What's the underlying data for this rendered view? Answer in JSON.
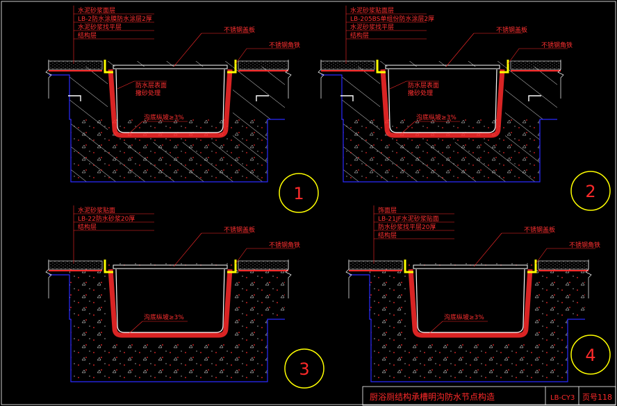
{
  "details": [
    {
      "number": "1",
      "layers": [
        "水泥砂浆面层",
        "LB-2防水涂膜防水涂层2厚",
        "水泥砂浆找平层",
        "结构层"
      ],
      "plate": "不锈钢盖板",
      "angle": "不锈钢角铁",
      "inner": [
        "防水层表面",
        "撒砂处理"
      ],
      "slope": "沟底纵坡≥3%"
    },
    {
      "number": "2",
      "layers": [
        "水泥砂浆贴面层",
        "LB-205BS单组份防水涂层2厚",
        "水泥砂浆找平层",
        "结构层"
      ],
      "plate": "不锈钢盖板",
      "angle": "不锈钢角铁",
      "inner": [
        "防水层表面",
        "撒砂处理"
      ],
      "slope": "沟底纵坡≥3%"
    },
    {
      "number": "3",
      "layers": [
        "水泥砂浆贴面",
        "LB-22防水砂浆20厚",
        "结构层"
      ],
      "plate": "不锈钢盖板",
      "angle": "不锈钢角铁",
      "inner": [],
      "slope": "沟底纵坡≥3%"
    },
    {
      "number": "4",
      "layers": [
        "饰面层",
        "LB-21JF水泥砂浆贴面",
        "防水砂浆找平层20厚",
        "结构层"
      ],
      "plate": "不锈钢盖板",
      "angle": "不锈钢角铁",
      "inner": [],
      "slope": "沟底纵坡≥3%"
    }
  ],
  "title_block": {
    "title": "厨浴厕结构承槽明沟防水节点构造",
    "code": "LB-CY3",
    "page": "页号118"
  },
  "colors": {
    "red": "#ff2a2a",
    "blue": "#2a2aff",
    "yellow": "#ffff00",
    "white": "#ffffff",
    "gray": "#8a8a8a"
  }
}
